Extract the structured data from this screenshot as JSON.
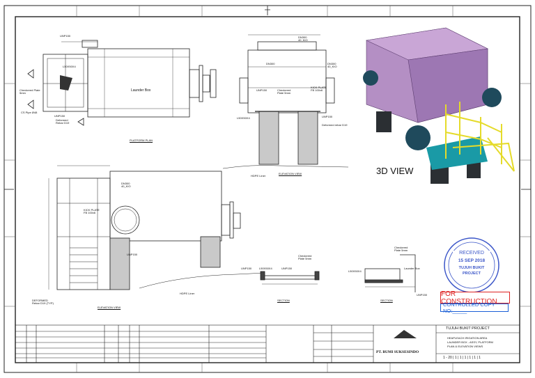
{
  "drawing": {
    "labels": {
      "unp150_top": "UNP150",
      "l50x50": "L50X50X4",
      "checkered_plate": "Checkered Plate 5mm",
      "cs_pipe": "CS Pipe Ø48",
      "unp150_left": "UNP150",
      "deformed_rebar": "Deformed Rebar D19",
      "launder_box": "Launder Box",
      "platform_plan": "PLATFORM PLAN",
      "dn300_top": "DN300 40_KIO",
      "dn300_e": "DN300",
      "unp150_e": "UNP150",
      "checkered_plate_e": "Checkered Plate 5mm",
      "kick_plate": "KICK PLATE FB 100x6",
      "dn300_e2": "DN300 40_KIO",
      "l50x50_e": "L50X50X4",
      "unp150_e2": "UNP150",
      "deformed_rebar_e": "Deformed rebar D19",
      "elevation_view_top": "ELEVATION VIEW",
      "hdpe_liner_top": "HDPE Liner",
      "dn300_big": "DN300 40_KIO",
      "kick_plate_big": "KICK PLATE FB 100x6",
      "unp150_big": "UNP150",
      "deformed_rebar_big": "DEFORMED Rebar D19 (TYP)",
      "elevation_view_big": "ELEVATION VIEW",
      "hdpe_liner_big": "HDPE Liner",
      "unp150_sec": "UNP150",
      "l50x50_sec": "L50X50X4",
      "unp150_sec2": "UNP150",
      "checkered_sec": "Checkered Plate 5mm",
      "section_a": "SECTION",
      "checkered_sec2": "Checkered Plate 5mm",
      "launder_box_sec": "Launder Box",
      "l50x50_sec2": "L50X50X4",
      "unp150_sec3": "UNP150",
      "section_b": "SECTION",
      "view3d": "3D VIEW"
    },
    "stamp": {
      "received": "RECEIVED",
      "date": "15 SEP 2018",
      "project1": "TUJUH BUKIT",
      "project2": "PROJECT"
    },
    "for_construction": "FOR CONSTRUCTION",
    "controlled_copy": "CONTROLLED COPY NO:_____",
    "title_block": {
      "company": "PT. BUMI SUKSESINDO",
      "project": "TUJUH BUKIT PROJECT",
      "title1": "HEAPLEACH IRIGATION AREA",
      "title2": "LAUNDER BOX - ASSY, PLATFORM",
      "title3": "PLAN & ELEVATION VIEWS",
      "drawing_no": "1 - 20 | 1 | 1 | 1 | 1 | 1 | 1"
    },
    "colors": {
      "box3d": "#b48fc4",
      "box3d_dark": "#8e6aa3",
      "pipe3d": "#1f4a5c",
      "rail3d": "#e5db2a",
      "support3d": "#2b2f33",
      "footing3d": "#1a9aa6",
      "stamp": "#3a55c8",
      "forcon": "#dd2222",
      "ctrl": "#1a5fd6"
    }
  }
}
